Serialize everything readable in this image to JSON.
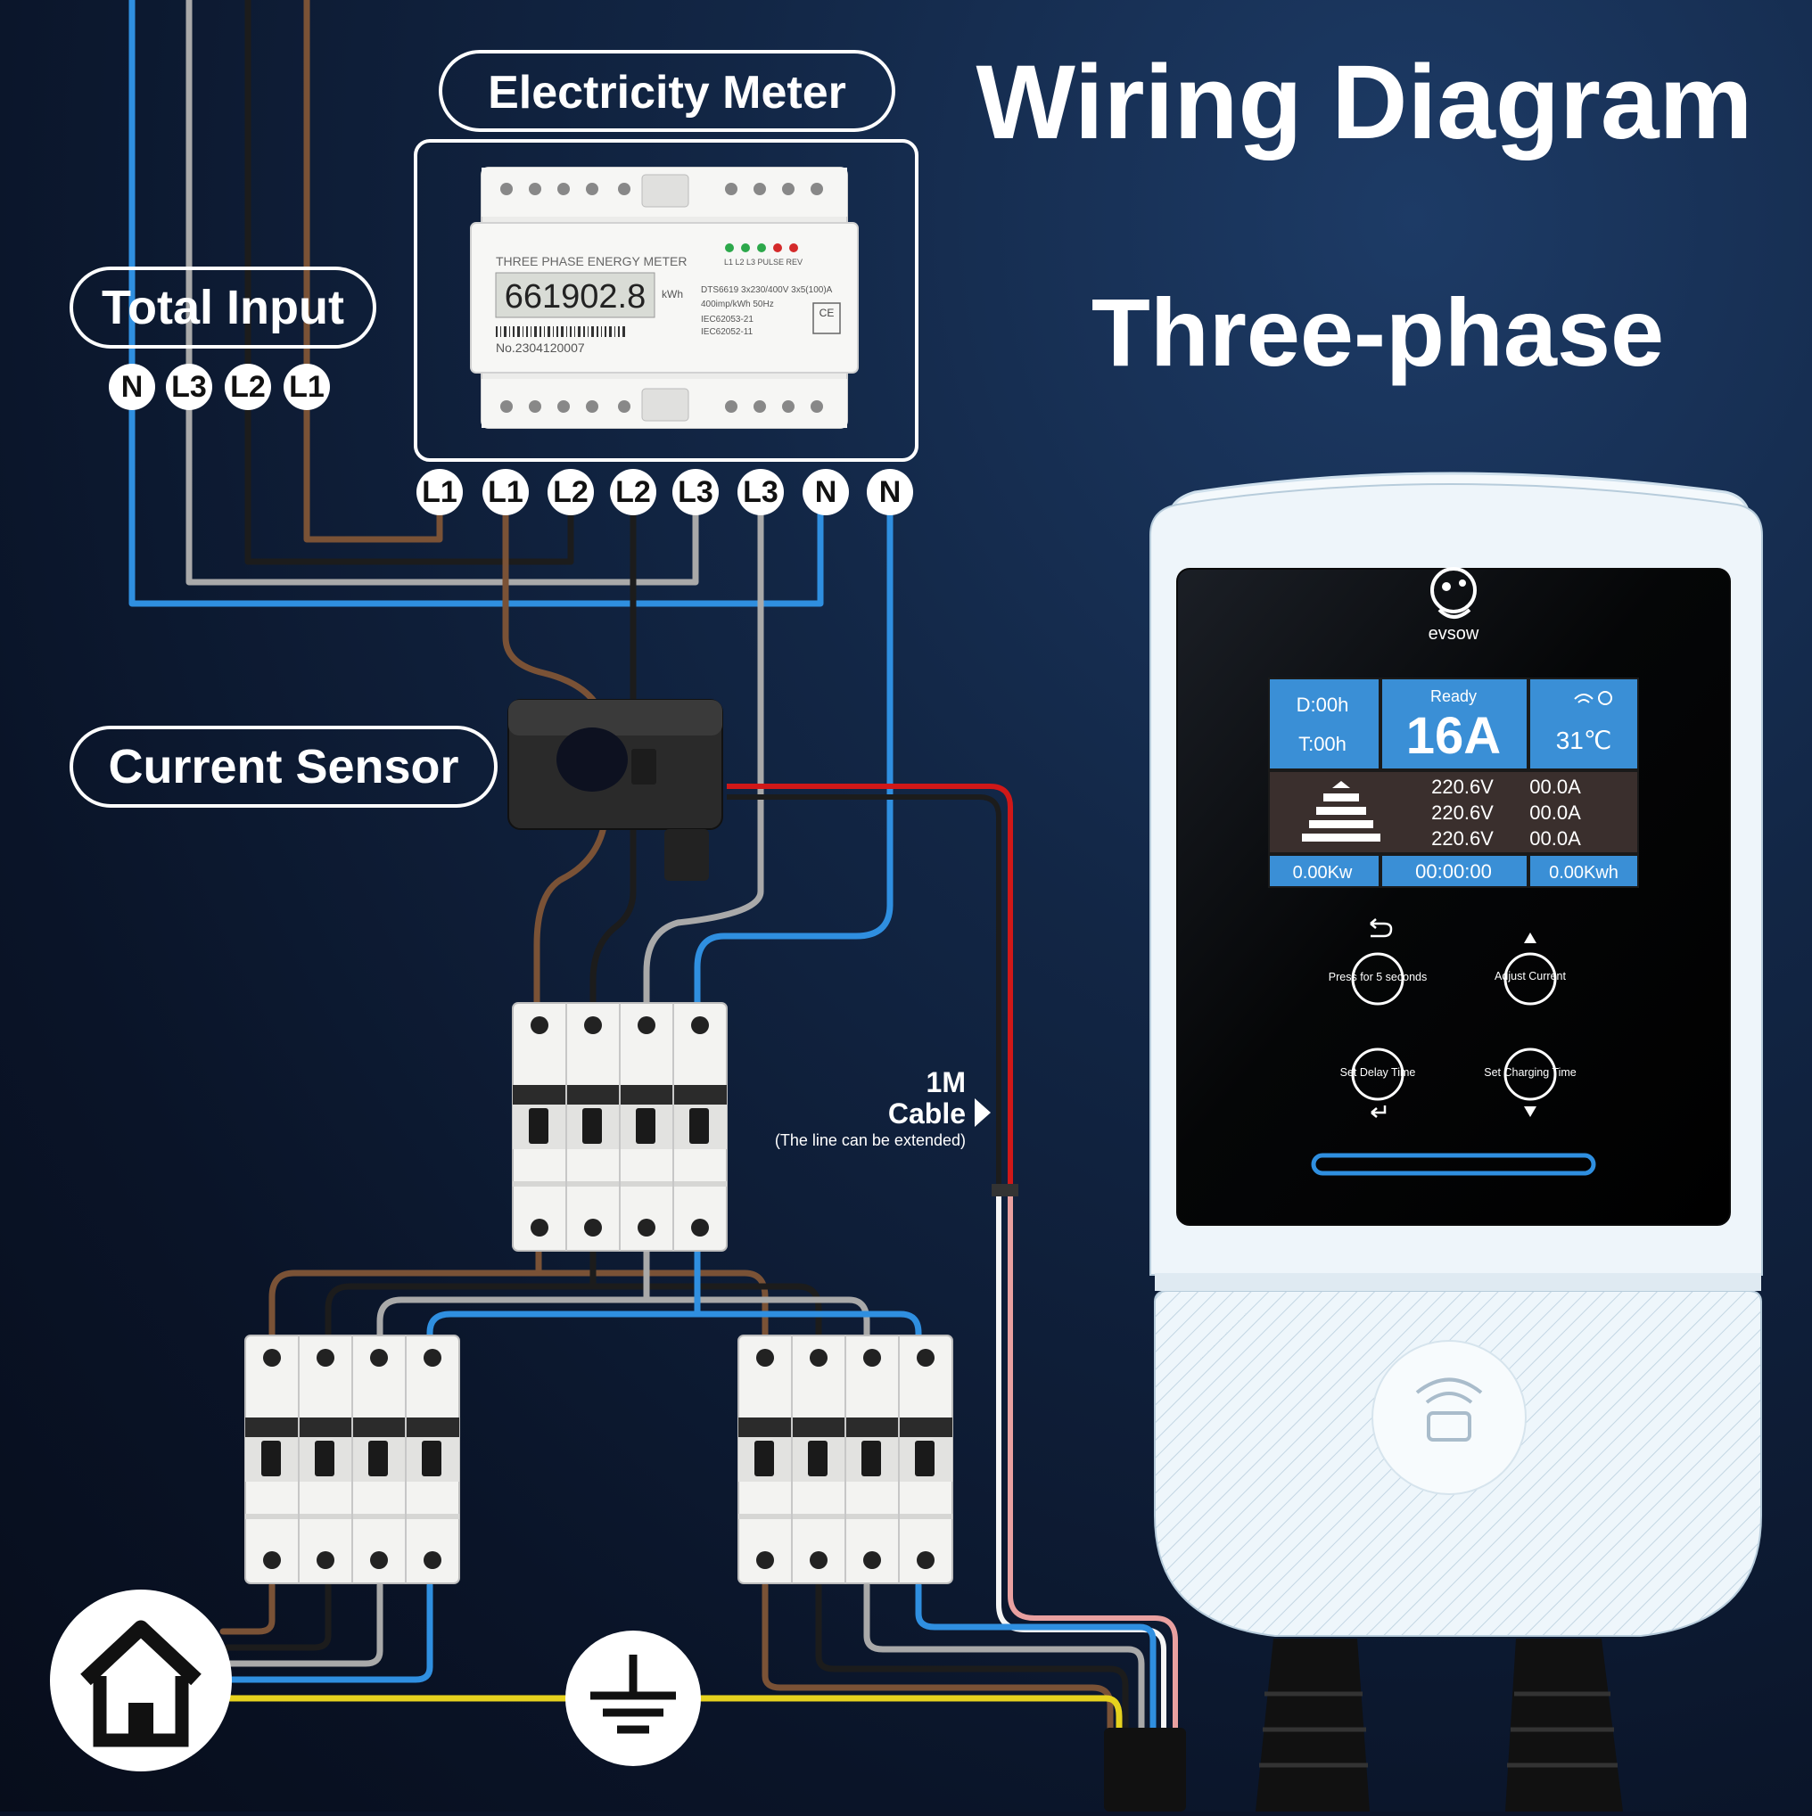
{
  "title": "Wiring Diagram",
  "subtitle": "Three-phase",
  "labels": {
    "electricity_meter": "Electricity Meter",
    "total_input": "Total Input",
    "current_sensor": "Current Sensor",
    "cable_len": "1M",
    "cable_word": "Cable",
    "cable_note": "(The line can be extended)"
  },
  "input_terminals": [
    "N",
    "L3",
    "L2",
    "L1"
  ],
  "meter_terminals": [
    "L1",
    "L1",
    "L2",
    "L2",
    "L3",
    "L3",
    "N",
    "N"
  ],
  "meter": {
    "header": "THREE PHASE ENERGY METER",
    "reading": "661902.8",
    "unit": "kWh",
    "leds": "L1 L2 L3 PULSE REV",
    "spec1": "DTS6619  3x230/400V  3x5(100)A",
    "spec2": "400imp/kWh  50Hz",
    "std1": "IEC62053-21",
    "std2": "IEC62052-11",
    "serial": "No.2304120007",
    "ce_mark": "CE"
  },
  "charger": {
    "brand": "evsow",
    "status": "Ready",
    "delay": "D:00h",
    "timer": "T:00h",
    "current": "16A",
    "temperature": "31℃",
    "voltages": [
      "220.6V",
      "220.6V",
      "220.6V"
    ],
    "amps": [
      "00.0A",
      "00.0A",
      "00.0A"
    ],
    "power": "0.00Kw",
    "elapsed": "00:00:00",
    "energy": "0.00Kwh",
    "buttons": {
      "back": "Press for 5 seconds",
      "adjust": "Adjust Current",
      "delay": "Set Delay Time",
      "charging": "Set Charging Time"
    }
  },
  "colors": {
    "brown": "#7a5236",
    "black": "#1c1c1c",
    "grey": "#a9a9a9",
    "blue": "#2f8fe0",
    "yellow": "#e6d21e",
    "red": "#d01818",
    "pink": "#e9a0a0",
    "lcd_blue": "#3a8fd6"
  }
}
